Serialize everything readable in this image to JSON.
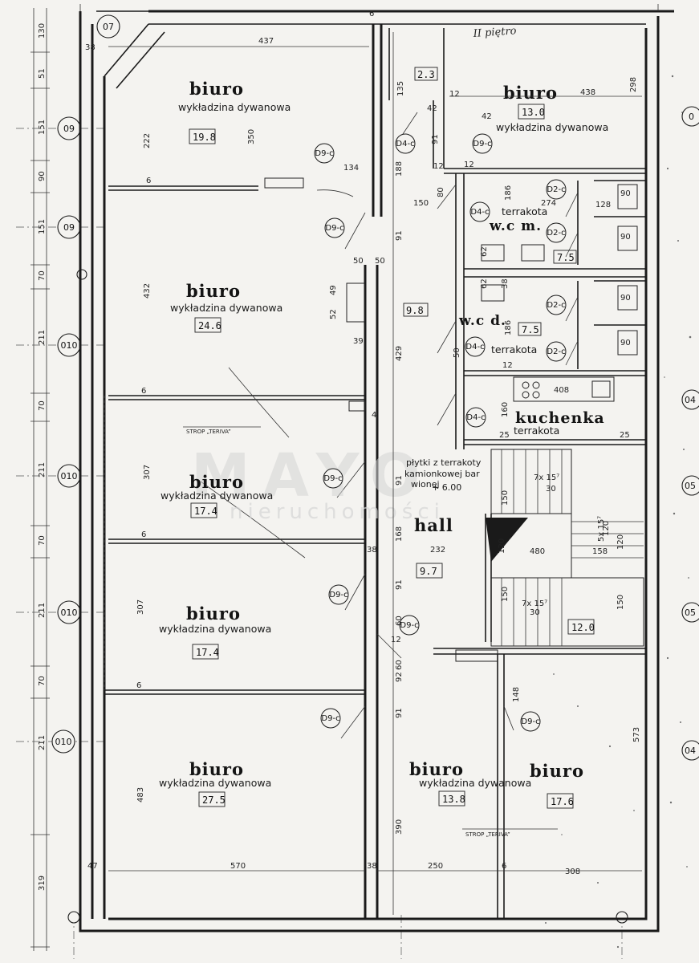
{
  "handwritten_note": "II piętro",
  "watermark": {
    "brand": "MAYO",
    "sub": "nieruchomości"
  },
  "rooms": [
    {
      "name": "biuro",
      "finish": "wykładzina dywanowa",
      "area": "19.8"
    },
    {
      "name": "biuro",
      "finish": "wykładzina dywanowa",
      "area": "13.0"
    },
    {
      "name": "biuro",
      "finish": "wykładzina dywanowa",
      "area": "24.6"
    },
    {
      "name": "biuro",
      "finish": "wykładzina dywanowa",
      "area": "17.4"
    },
    {
      "name": "biuro",
      "finish": "wykładzina dywanowa",
      "area": "17.4"
    },
    {
      "name": "biuro",
      "finish": "wykładzina dywanowa",
      "area": "27.5"
    },
    {
      "name": "biuro",
      "finish": "wykładzina dywanowa",
      "area": "13.8"
    },
    {
      "name": "biuro",
      "area": "17.6"
    },
    {
      "name": "w.c m.",
      "finish": "terrakota",
      "area": "7.5"
    },
    {
      "name": "w.c d.",
      "finish": "terrakota",
      "area": "7.5"
    },
    {
      "name": "kuchenka",
      "finish": "terrakota"
    },
    {
      "name": "hall",
      "area": "9.7"
    }
  ],
  "small_areas": [
    "2.3",
    "9.8",
    "12.0"
  ],
  "hall_note": {
    "line1": "płytki z terrakoty",
    "line2": "kamionkowej bar",
    "line3": "wionej",
    "level": "+ 6.00"
  },
  "strop_labels": [
    "STROP „TERIVA”",
    "STROP „TERIVA”"
  ],
  "axis_labels": [
    "07",
    "09",
    "09",
    "010",
    "010",
    "010",
    "010"
  ],
  "door_tags": [
    "D9-c",
    "D9-c",
    "D9-c",
    "D9-c",
    "D9-c",
    "D9-c",
    "D9-c",
    "D9-c",
    "D4-c",
    "D4-c",
    "D4-c",
    "D4-c",
    "D2-c",
    "D2-c",
    "D2-c",
    "D2-c"
  ],
  "left_dims": [
    "130",
    "51",
    "151",
    "90",
    "151",
    "70",
    "211",
    "70",
    "211",
    "70",
    "211",
    "70",
    "211",
    "319"
  ],
  "interior_dims": [
    "437",
    "350",
    "134",
    "222",
    "432",
    "307",
    "307",
    "483",
    "570",
    "38",
    "47",
    "6",
    "6",
    "6",
    "6",
    "6",
    "38",
    "50",
    "49",
    "52",
    "39",
    "38",
    "4"
  ],
  "corridor_dims": [
    "135",
    "188",
    "429",
    "168",
    "390",
    "91",
    "91",
    "91",
    "91",
    "91",
    "92",
    "60",
    "60",
    "12",
    "12",
    "12",
    "42",
    "42",
    "50"
  ],
  "east_dims": [
    "438",
    "298",
    "12",
    "80",
    "150",
    "186",
    "274",
    "128",
    "90",
    "90",
    "90",
    "90",
    "120",
    "38",
    "62",
    "62",
    "186",
    "50",
    "12",
    "408",
    "160",
    "25",
    "25",
    "150",
    "232",
    "480",
    "158",
    "120",
    "150",
    "120",
    "150",
    "30",
    "30",
    "250",
    "308",
    "148",
    "573",
    "6"
  ],
  "stairs": [
    "7x 15⁷",
    "5x 15⁷",
    "7x 15⁷"
  ],
  "right_edge_axes": [
    "0",
    "04",
    "05",
    "05",
    "04"
  ]
}
